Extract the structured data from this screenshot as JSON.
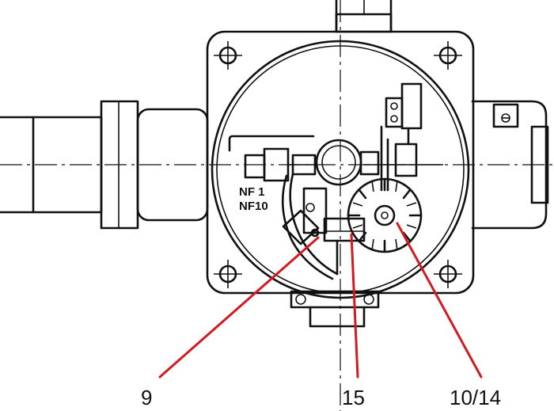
{
  "diagram": {
    "plate_labels": [
      "NF 1",
      "NF10"
    ],
    "callouts": [
      {
        "id": "9",
        "label": "9"
      },
      {
        "id": "15",
        "label": "15"
      },
      {
        "id": "10-14",
        "label": "10/14"
      }
    ],
    "leader_color": "#d31a22",
    "line_color": "#111111"
  }
}
